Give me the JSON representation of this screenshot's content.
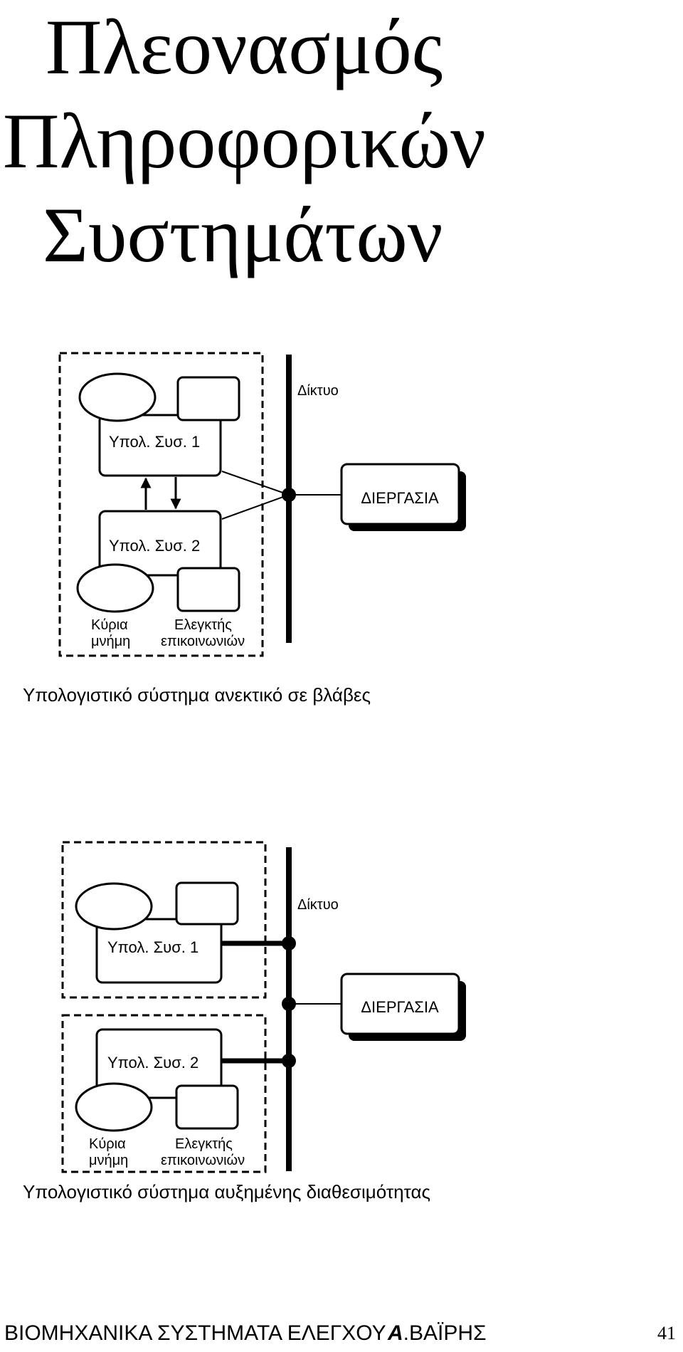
{
  "title": {
    "line1": "Πλεονασμός",
    "line2": "Πληροφορικών",
    "line3": "Συστημάτων"
  },
  "diagram1": {
    "network_label": "Δίκτυο",
    "process_label": "ΔΙΕΡΓΑΣΙΑ",
    "subsystem1_label": "Υπολ. Συσ. 1",
    "subsystem2_label": "Υπολ. Συσ. 2",
    "memory_label_line1": "Κύρια",
    "memory_label_line2": "μνήμη",
    "controller_label_line1": "Ελεγκτής",
    "controller_label_line2": "επικοινωνιών",
    "caption": "Υπολογιστικό σύστημα ανεκτικό σε βλάβες"
  },
  "diagram2": {
    "network_label": "Δίκτυο",
    "process_label": "ΔΙΕΡΓΑΣΙΑ",
    "subsystem1_label": "Υπολ. Συσ. 1",
    "subsystem2_label": "Υπολ. Συσ. 2",
    "memory_label_line1": "Κύρια",
    "memory_label_line2": "μνήμη",
    "controller_label_line1": "Ελεγκτής",
    "controller_label_line2": "επικοινωνιών",
    "caption": "Υπολογιστικό σύστημα αυξημένης διαθεσιμότητας"
  },
  "footer": {
    "course": "ΒΙΟΜΗΧΑΝΙΚΑ ΣΥΣΤΗΜΑΤΑ ΕΛΕΓΧΟΥ",
    "author_initial": "Α",
    "author_rest": ".ΒΑΪΡΗΣ",
    "page_number": "41"
  }
}
